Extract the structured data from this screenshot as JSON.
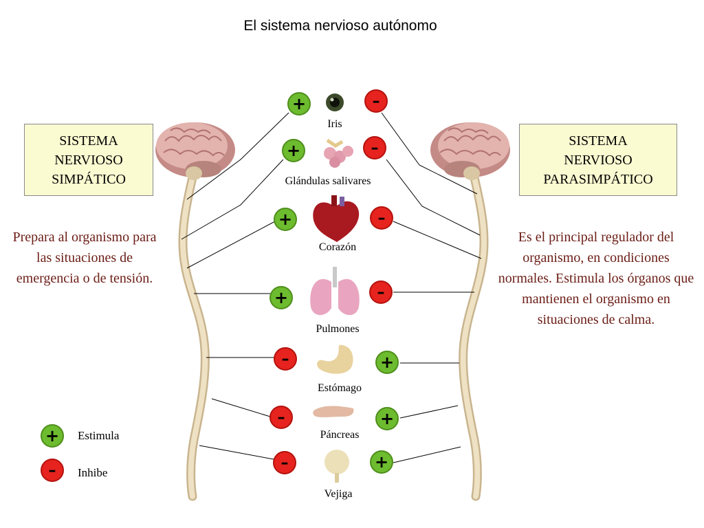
{
  "title": "El sistema nervioso autónomo",
  "sympathetic": {
    "box_lines": [
      "SISTEMA",
      "NERVIOSO",
      "SIMPÁTICO"
    ],
    "description": "Prepara al organismo para las situaciones de emergencia o de tensión."
  },
  "parasympathetic": {
    "box_lines": [
      "SISTEMA",
      "NERVIOSO",
      "PARASIMPÁTICO"
    ],
    "description": "Es el principal regulador del organismo, en condiciones normales. Estimula los órganos que mantienen el organismo en situaciones de calma."
  },
  "organs": [
    {
      "label": "Iris",
      "icon": "eye-icon",
      "sympathetic": "+",
      "parasympathetic": "–"
    },
    {
      "label": "Glándulas salivares",
      "icon": "salivary-gland-icon",
      "sympathetic": "+",
      "parasympathetic": "–"
    },
    {
      "label": "Corazón",
      "icon": "heart-icon",
      "sympathetic": "+",
      "parasympathetic": "–"
    },
    {
      "label": "Pulmones",
      "icon": "lungs-icon",
      "sympathetic": "+",
      "parasympathetic": "–"
    },
    {
      "label": "Estómago",
      "icon": "stomach-icon",
      "sympathetic": "–",
      "parasympathetic": "+"
    },
    {
      "label": "Páncreas",
      "icon": "pancreas-icon",
      "sympathetic": "–",
      "parasympathetic": "+"
    },
    {
      "label": "Vejiga",
      "icon": "bladder-icon",
      "sympathetic": "–",
      "parasympathetic": "+"
    }
  ],
  "legend": {
    "stimulate": {
      "symbol": "+",
      "label": "Estimula"
    },
    "inhibit": {
      "symbol": "–",
      "label": "Inhibe"
    }
  },
  "colors": {
    "stimulate": "#6dbb2e",
    "inhibit": "#e6231e",
    "box_fill": "#fbfbd2",
    "description_text": "#6b1d16"
  }
}
